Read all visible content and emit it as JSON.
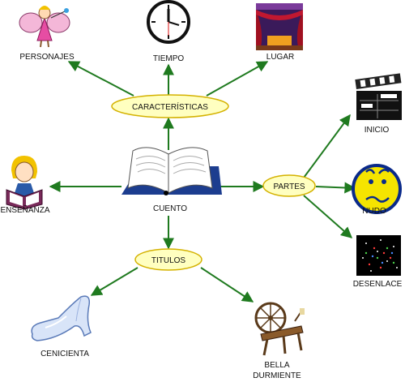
{
  "nodes": {
    "center": "CUENTO",
    "caracteristicas": "CARACTERÍSTICAS",
    "partes": "PARTES",
    "titulos": "TITULOS",
    "personajes": "PERSONAJES",
    "tiempo": "TIEMPO",
    "lugar": "LUGAR",
    "ensenanza": "ENSEÑANZA",
    "inicio": "INICIO",
    "nudo": "NUDO",
    "desenlace": "DESENLACE",
    "cenicienta": "CENICIENTA",
    "bella": "BELLA",
    "durmiente": "DURMIENTE"
  },
  "colors": {
    "arrow": "#1f7a1f",
    "oval_fill": "#ffffc0",
    "oval_stroke": "#d4b200"
  },
  "icons": {
    "center": "open-book-icon",
    "personajes": "fairy-icon",
    "tiempo": "clock-icon",
    "lugar": "theater-stage-icon",
    "ensenanza": "reading-child-icon",
    "inicio": "clapperboard-icon",
    "nudo": "worried-face-icon",
    "desenlace": "fireworks-icon",
    "cenicienta": "glass-slipper-icon",
    "bella": "spinning-wheel-icon"
  }
}
